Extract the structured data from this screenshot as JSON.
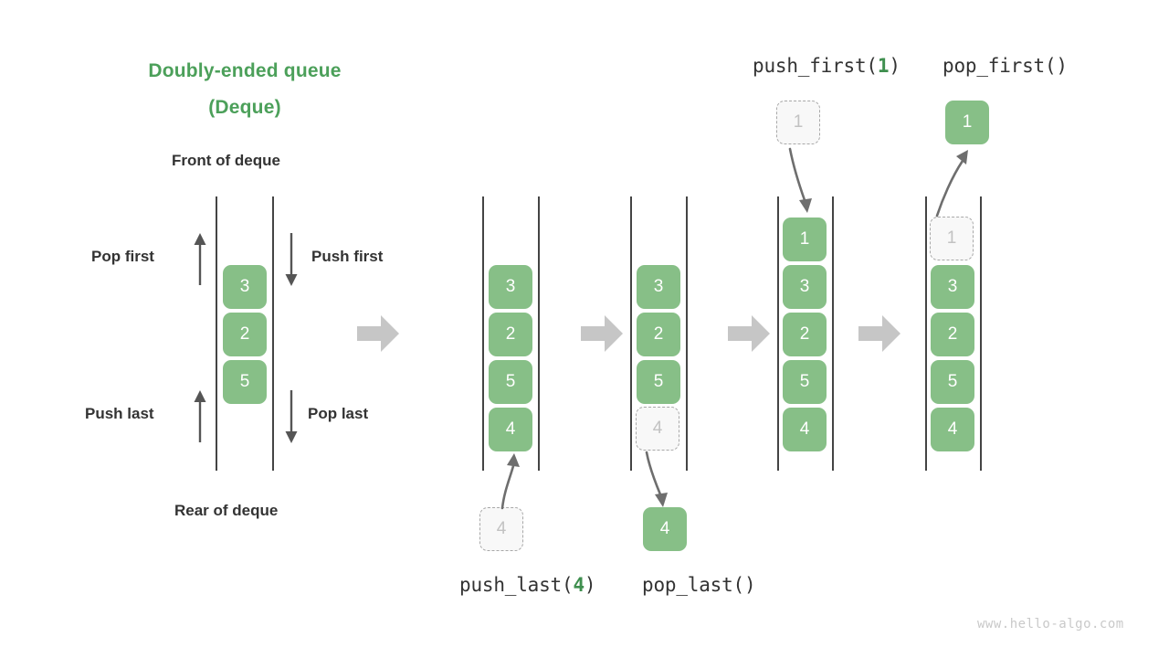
{
  "title": {
    "line1": "Doubly-ended queue",
    "line2": "(Deque)",
    "color": "#4ca05a"
  },
  "labels": {
    "front_of_deque": "Front of deque",
    "rear_of_deque": "Rear of deque",
    "pop_first": "Pop first",
    "push_first": "Push first",
    "push_last": "Push last",
    "pop_last": "Pop last"
  },
  "operations": {
    "push_first": {
      "prefix": "push_first(",
      "arg": "1",
      "suffix": ")"
    },
    "pop_first": {
      "text": "pop_first()"
    },
    "push_last": {
      "prefix": "push_last(",
      "arg": "4",
      "suffix": ")"
    },
    "pop_last": {
      "text": "pop_last()"
    }
  },
  "watermark": "www.hello-algo.com",
  "colors": {
    "accent_green": "#4ca05a",
    "cell_green": "#87bf87",
    "cell_text": "#ffffff",
    "ghost_fill": "#f8f8f8",
    "ghost_border": "#a8a8a8",
    "ghost_text": "#c2c2c2",
    "rail": "#444444",
    "arrow_gray": "#666666",
    "step_arrow_gray": "#c6c6c6",
    "label_text": "#333333",
    "watermark": "#c9c9c9"
  },
  "panels": [
    {
      "name": "initial-deque",
      "cells": [
        {
          "value": "3",
          "state": "solid"
        },
        {
          "value": "2",
          "state": "solid"
        },
        {
          "value": "5",
          "state": "solid"
        }
      ]
    },
    {
      "name": "deque-after-push-last",
      "cells": [
        {
          "value": "3",
          "state": "solid"
        },
        {
          "value": "2",
          "state": "solid"
        },
        {
          "value": "5",
          "state": "solid"
        },
        {
          "value": "4",
          "state": "solid"
        }
      ]
    },
    {
      "name": "deque-before-pop-last",
      "cells": [
        {
          "value": "3",
          "state": "solid"
        },
        {
          "value": "2",
          "state": "solid"
        },
        {
          "value": "5",
          "state": "solid"
        },
        {
          "value": "4",
          "state": "ghost"
        }
      ]
    },
    {
      "name": "deque-after-push-first",
      "cells": [
        {
          "value": "1",
          "state": "solid"
        },
        {
          "value": "3",
          "state": "solid"
        },
        {
          "value": "2",
          "state": "solid"
        },
        {
          "value": "5",
          "state": "solid"
        },
        {
          "value": "4",
          "state": "solid"
        }
      ]
    },
    {
      "name": "deque-before-pop-first",
      "cells": [
        {
          "value": "1",
          "state": "ghost"
        },
        {
          "value": "3",
          "state": "solid"
        },
        {
          "value": "2",
          "state": "solid"
        },
        {
          "value": "5",
          "state": "solid"
        },
        {
          "value": "4",
          "state": "solid"
        }
      ]
    }
  ],
  "floating_cells": {
    "push_last_incoming": {
      "value": "4",
      "state": "ghost"
    },
    "pop_last_outgoing": {
      "value": "4",
      "state": "solid"
    },
    "push_first_incoming": {
      "value": "1",
      "state": "ghost"
    },
    "pop_first_outgoing": {
      "value": "1",
      "state": "solid"
    }
  }
}
